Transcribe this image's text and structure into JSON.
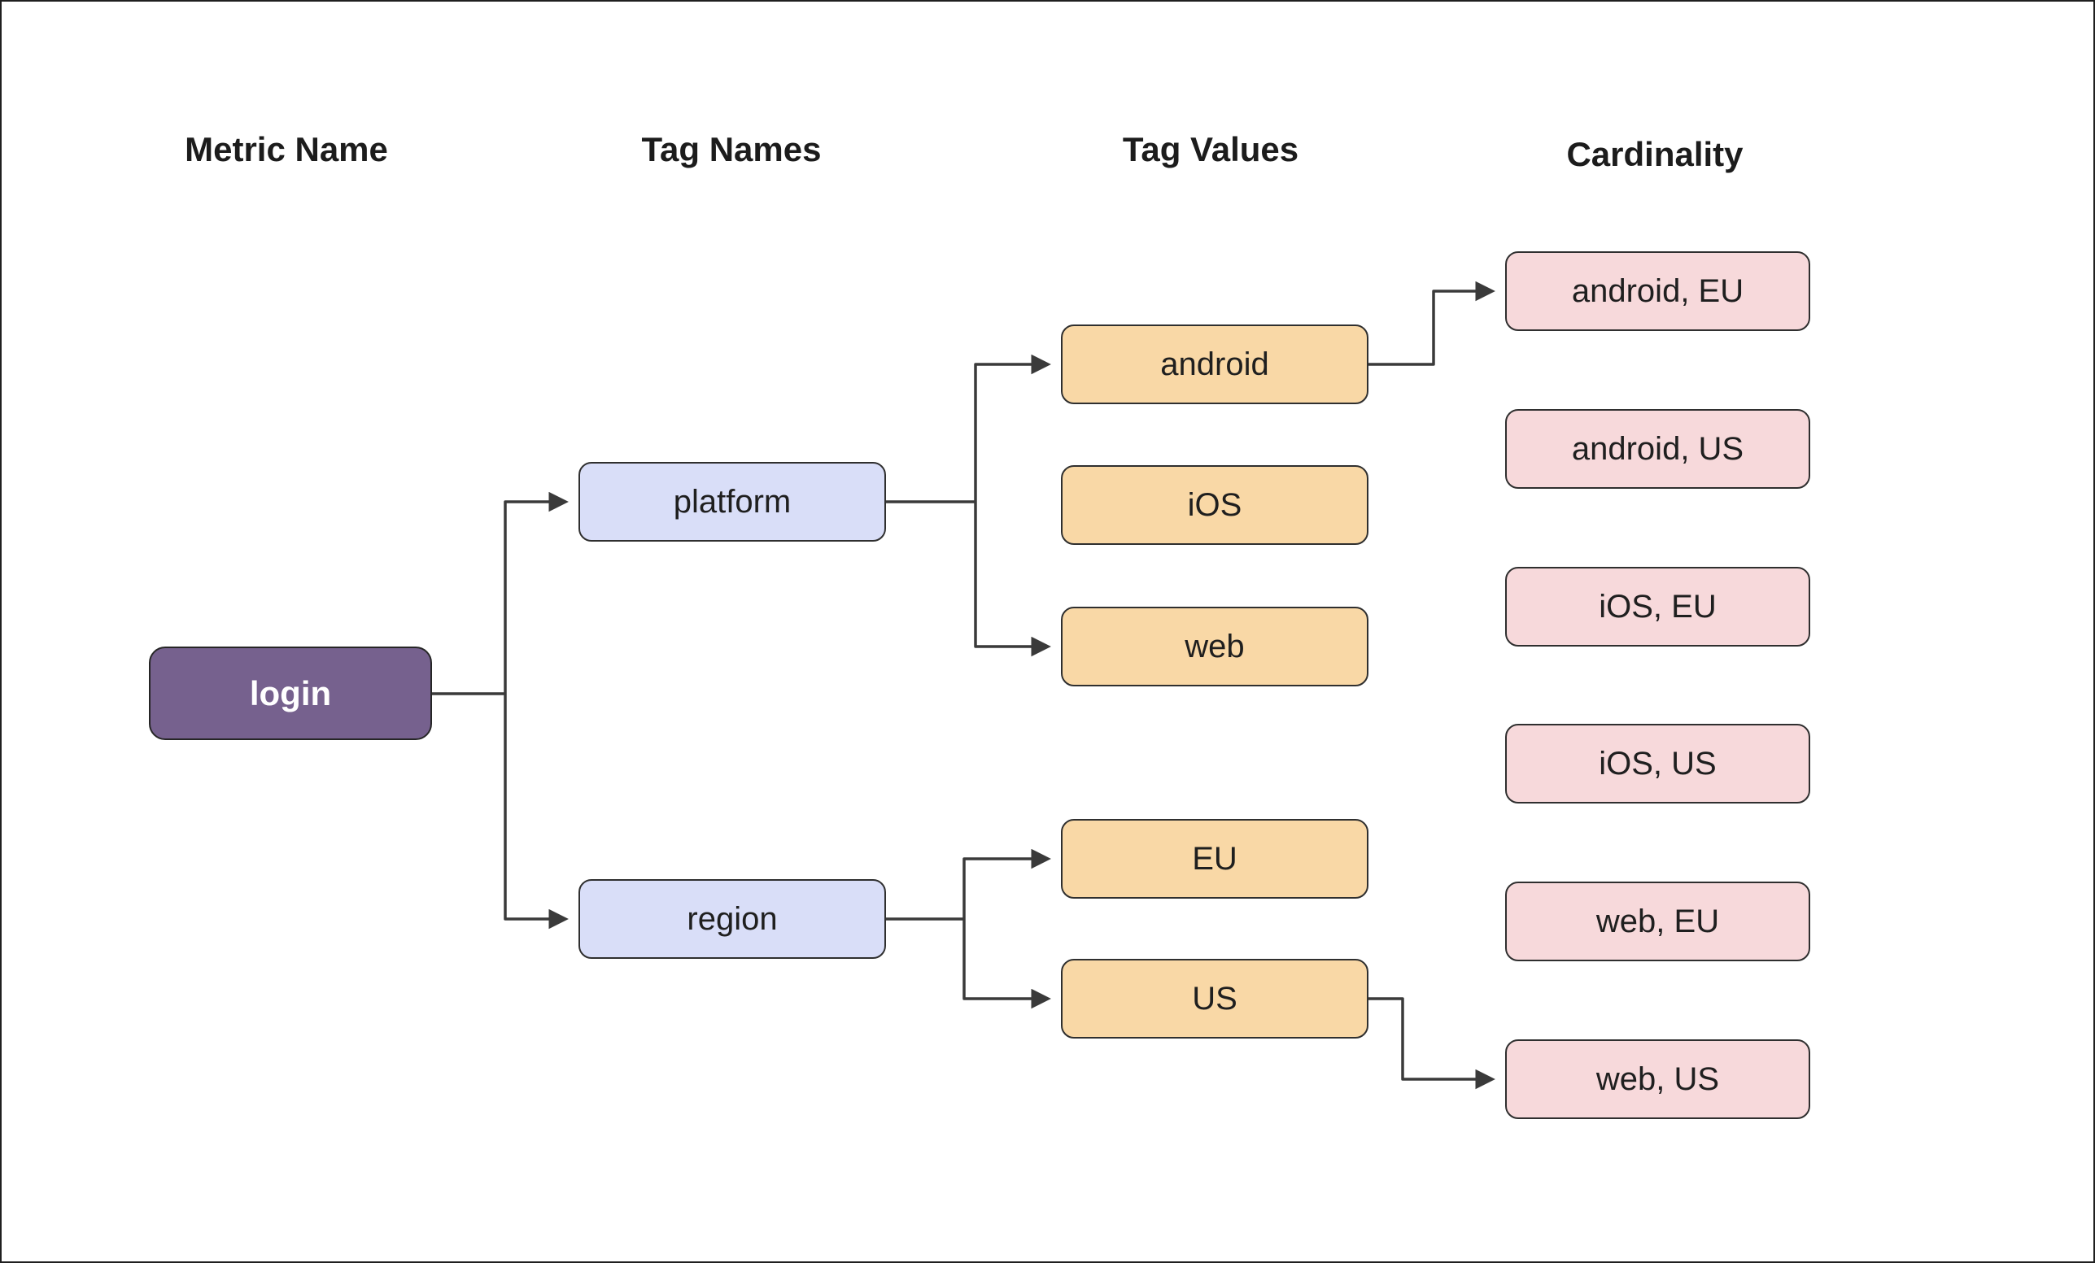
{
  "headers": [
    {
      "id": "metric-name",
      "label": "Metric Name"
    },
    {
      "id": "tag-names",
      "label": "Tag Names"
    },
    {
      "id": "tag-values",
      "label": "Tag Values"
    },
    {
      "id": "cardinality",
      "label": "Cardinality"
    }
  ],
  "nodes": [
    {
      "id": "login",
      "label": "login",
      "column": "metric-name",
      "fill": "#76618e",
      "text_color": "#ffffff"
    },
    {
      "id": "platform",
      "label": "platform",
      "column": "tag-names",
      "fill": "#d9def8",
      "text_color": "#1f1f1f"
    },
    {
      "id": "region",
      "label": "region",
      "column": "tag-names",
      "fill": "#d9def8",
      "text_color": "#1f1f1f"
    },
    {
      "id": "android",
      "label": "android",
      "column": "tag-values",
      "fill": "#f9d8a6",
      "text_color": "#1f1f1f"
    },
    {
      "id": "ios",
      "label": "iOS",
      "column": "tag-values",
      "fill": "#f9d8a6",
      "text_color": "#1f1f1f"
    },
    {
      "id": "web",
      "label": "web",
      "column": "tag-values",
      "fill": "#f9d8a6",
      "text_color": "#1f1f1f"
    },
    {
      "id": "eu",
      "label": "EU",
      "column": "tag-values",
      "fill": "#f9d8a6",
      "text_color": "#1f1f1f"
    },
    {
      "id": "us",
      "label": "US",
      "column": "tag-values",
      "fill": "#f9d8a6",
      "text_color": "#1f1f1f"
    },
    {
      "id": "android-eu",
      "label": "android, EU",
      "column": "cardinality",
      "fill": "#f7d9db",
      "text_color": "#1f1f1f"
    },
    {
      "id": "android-us",
      "label": "android, US",
      "column": "cardinality",
      "fill": "#f7d9db",
      "text_color": "#1f1f1f"
    },
    {
      "id": "ios-eu",
      "label": "iOS, EU",
      "column": "cardinality",
      "fill": "#f7d9db",
      "text_color": "#1f1f1f"
    },
    {
      "id": "ios-us",
      "label": "iOS, US",
      "column": "cardinality",
      "fill": "#f7d9db",
      "text_color": "#1f1f1f"
    },
    {
      "id": "web-eu",
      "label": "web, EU",
      "column": "cardinality",
      "fill": "#f7d9db",
      "text_color": "#1f1f1f"
    },
    {
      "id": "web-us",
      "label": "web, US",
      "column": "cardinality",
      "fill": "#f7d9db",
      "text_color": "#1f1f1f"
    }
  ],
  "edges": [
    {
      "from": "login",
      "to": "platform",
      "arrow": true
    },
    {
      "from": "login",
      "to": "region",
      "arrow": true
    },
    {
      "from": "platform",
      "to": "android",
      "arrow": true
    },
    {
      "from": "platform",
      "to": "web",
      "arrow": true
    },
    {
      "from": "region",
      "to": "eu",
      "arrow": true
    },
    {
      "from": "region",
      "to": "us",
      "arrow": true
    },
    {
      "from": "android",
      "to": "android-eu",
      "arrow": true
    },
    {
      "from": "us",
      "to": "web-us",
      "arrow": true
    }
  ],
  "colors": {
    "background": "#ffffff",
    "canvas_border": "#1f1f1f",
    "connector": "#3a3a3a",
    "node_border": "#2f2f2f",
    "header_text": "#1c1c1c",
    "metric_fill": "#76618e",
    "tag_name_fill": "#d9def8",
    "tag_value_fill": "#f9d8a6",
    "cardinality_fill": "#f7d9db"
  }
}
